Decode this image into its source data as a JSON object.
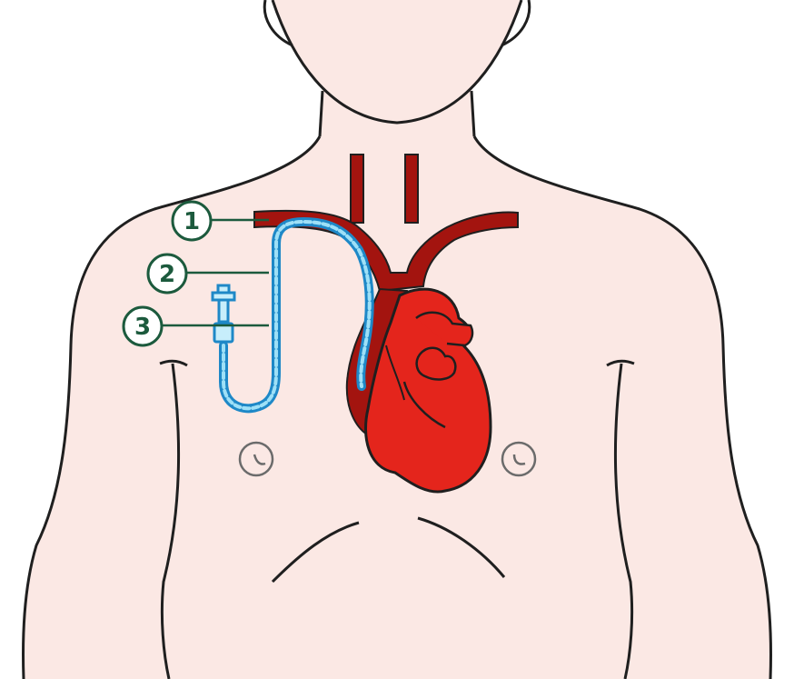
{
  "colors": {
    "skin": "#fbe8e4",
    "outline": "#1f1f1f",
    "vessel_dark": "#a3140f",
    "heart_red": "#e4251c",
    "catheter_blue": "#4cc0e8",
    "catheter_dark": "#1e88c7",
    "callout_green": "#1c5a3d"
  },
  "callouts": [
    {
      "number": "1",
      "target": "subclavian-vein"
    },
    {
      "number": "2",
      "target": "catheter-tunnel"
    },
    {
      "number": "3",
      "target": "catheter-cuff-clamp"
    }
  ]
}
